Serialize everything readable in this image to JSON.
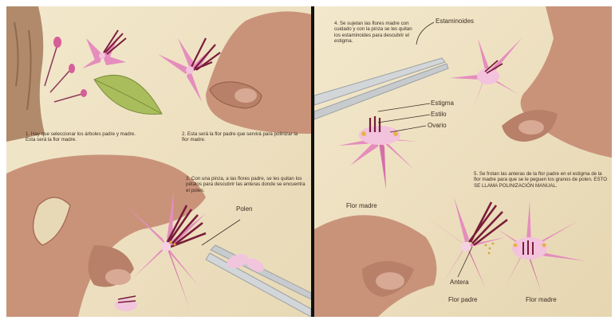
{
  "steps": {
    "s1": "1. Hay que seleccionar los árboles padre y madre. Esta será la flor madre.",
    "s2": "2. Esta será la flor padre que servirá para polinizar la flor madre.",
    "s3": "3. Con una pinza, a las flores padre, se les quitan los pétalos para descubrir las anteras donde se encuentra el polen.",
    "s4": "4. Se sujetan las flores madre con cuidado y con la pinza se les quitan los estaminoides para descubrir el estigma.",
    "s5": "5. Se frotan las anteras de la flor padre en el estigma de la flor madre para que se le peguen los granos de polen. ESTO SE LLAMA POLINIZACIÓN MANUAL."
  },
  "labels": {
    "polen": "Polen",
    "estaminoides": "Estaminoides",
    "estigma": "Estigma",
    "estilo": "Estilo",
    "ovario": "Ovario",
    "flor_madre_left": "Flor madre",
    "antera": "Antera",
    "flor_padre": "Flor padre",
    "flor_madre_right": "Flor madre"
  },
  "colors": {
    "paper": "#efe3c6",
    "petal": "#e58dbd",
    "petal_dark": "#c24f8f",
    "stamen": "#7a1d3a",
    "skin": "#c9937a",
    "skin_shadow": "#a86e57",
    "leaf": "#a9bd5c",
    "tweezer": "#d3d6d8"
  }
}
